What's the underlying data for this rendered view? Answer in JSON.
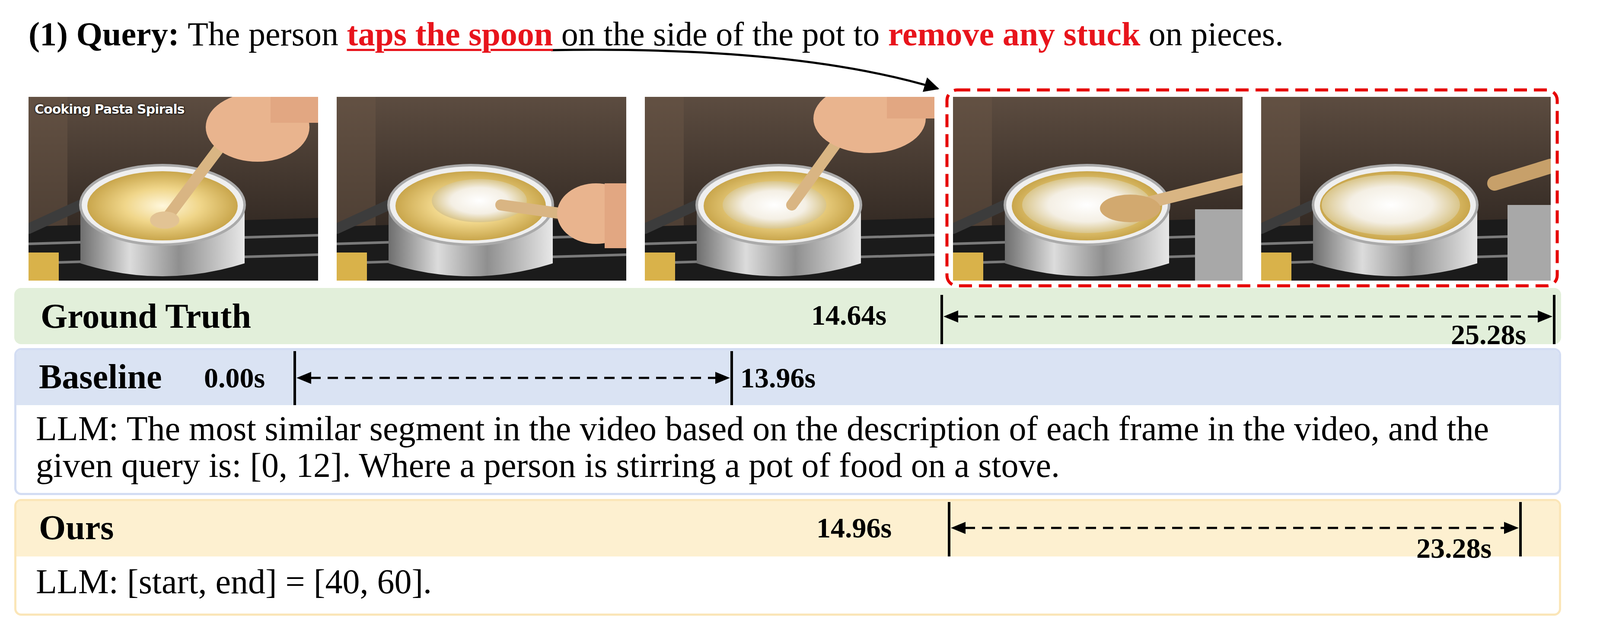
{
  "diagram": {
    "nodes": [
      {
        "text": [
          "Ground Truth",
          "14.64s",
          "25.28s"
        ]
      },
      {
        "text": [
          "Baseline",
          "0.00s",
          "13.96s"
        ]
      },
      {
        "text": [
          "LLM: The most similar segment in the video based on the description of each frame in the video, and the given query is: [0, 12]. Where a person is stirring a pot of food on a stove."
        ],
        "in": 1
      },
      {
        "text": [
          "Ours",
          "14.96s",
          "23.28s"
        ]
      },
      {
        "text": [
          "LLM: [start, end] = [40, 60]."
        ],
        "in": 3
      }
    ],
    "labels": [
      "(1) Query:",
      "The person",
      "taps the spoon",
      "on the side of the pot to",
      "remove any stuck",
      "on pieces.",
      "Cooking Pasta Spirals"
    ]
  }
}
